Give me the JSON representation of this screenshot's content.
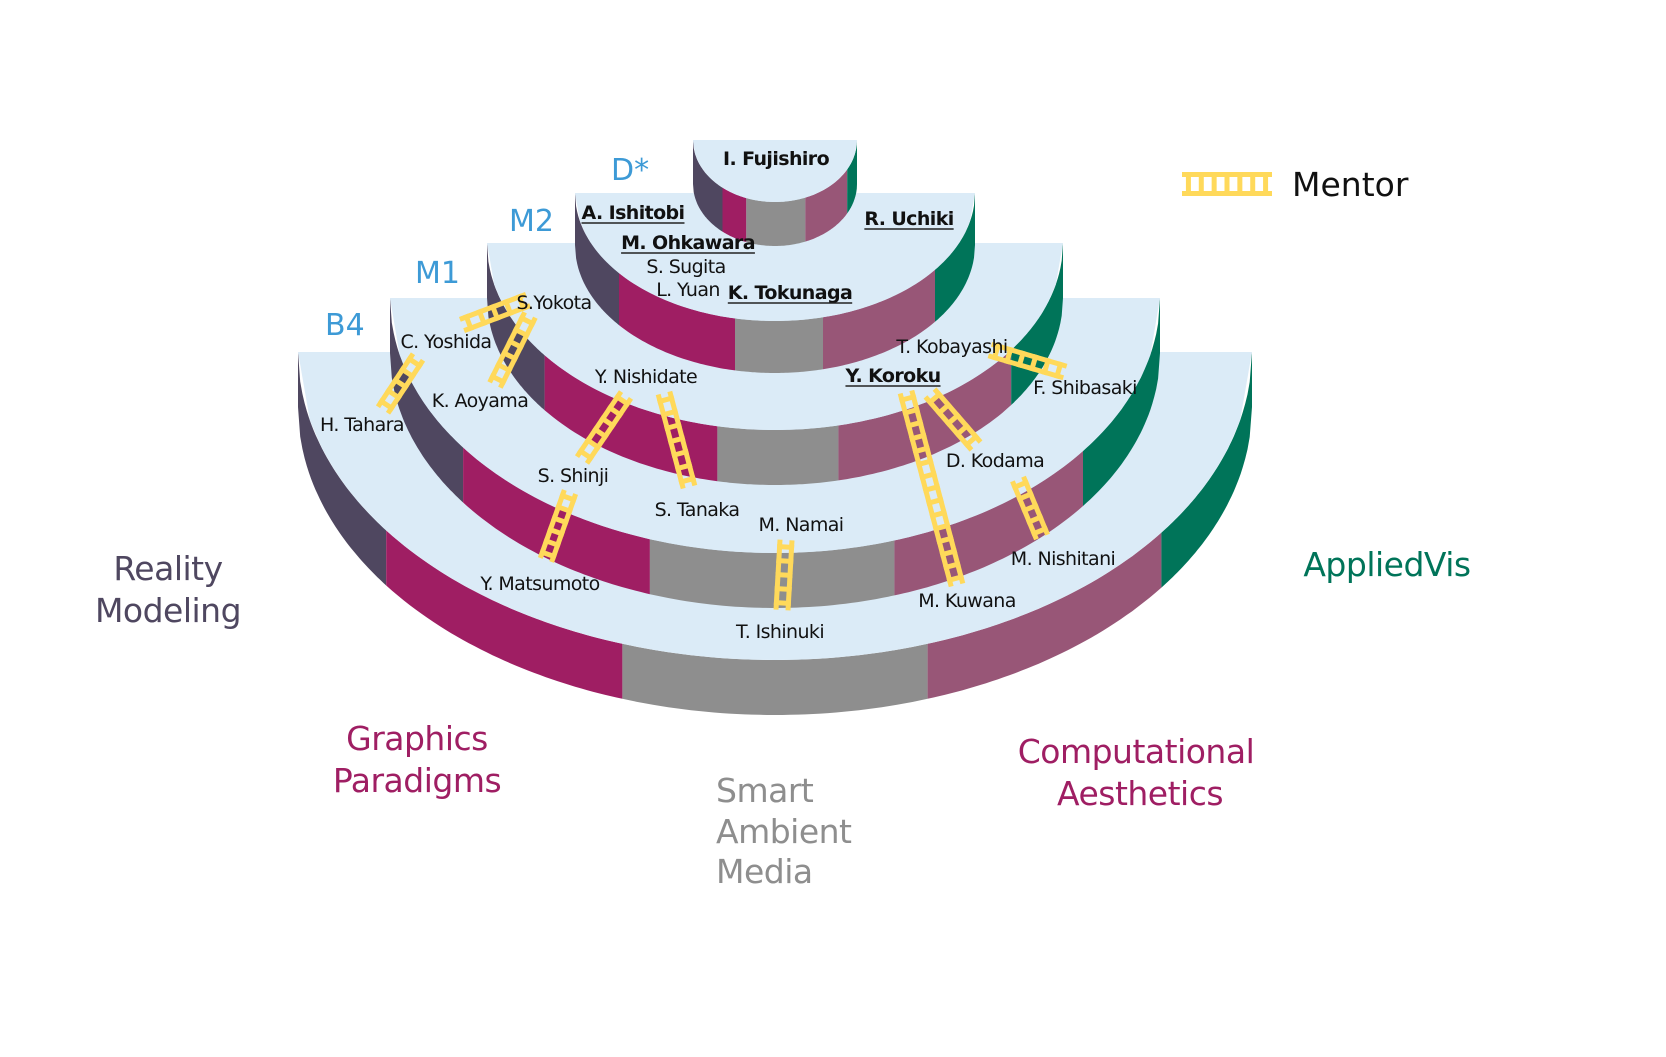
{
  "colors": {
    "cap": "#dbebf7",
    "tier_label": "#3d9ad6",
    "mentor": "#ffd95a",
    "text": "#111111",
    "groups": {
      "reality_modeling": "#4f4760",
      "graphics_paradigms": "#9f1e63",
      "smart_ambient_media": "#8e8e8e",
      "computational_aesthetics": "#985677",
      "appliedvis": "#007459"
    }
  },
  "legend": {
    "mentor_label": "Mentor",
    "mentor_icon": "ladder-icon"
  },
  "tiers": [
    {
      "id": "b4",
      "label": "B4"
    },
    {
      "id": "m1",
      "label": "M1"
    },
    {
      "id": "m2",
      "label": "M2"
    },
    {
      "id": "d",
      "label": "D*"
    },
    {
      "id": "prof",
      "label": ""
    }
  ],
  "groups": [
    {
      "id": "reality_modeling",
      "lines": [
        "Reality",
        "Modeling"
      ]
    },
    {
      "id": "graphics_paradigms",
      "lines": [
        "Graphics",
        "Paradigms"
      ]
    },
    {
      "id": "smart_ambient_media",
      "lines": [
        "Smart",
        "Ambient",
        "Media"
      ]
    },
    {
      "id": "computational_aesthetics",
      "lines": [
        "Computational",
        "Aesthetics"
      ]
    },
    {
      "id": "appliedvis",
      "lines": [
        "AppliedVis"
      ]
    }
  ],
  "people": [
    {
      "name": "I. Fujishiro",
      "tier": "prof",
      "bold": true,
      "underline": false
    },
    {
      "name": "A. Ishitobi",
      "tier": "d",
      "bold": true,
      "underline": true
    },
    {
      "name": "M. Ohkawara",
      "tier": "d",
      "bold": true,
      "underline": true
    },
    {
      "name": "S. Sugita",
      "tier": "d",
      "bold": false,
      "underline": false
    },
    {
      "name": "L. Yuan",
      "tier": "d",
      "bold": false,
      "underline": false
    },
    {
      "name": "K. Tokunaga",
      "tier": "d",
      "bold": true,
      "underline": true
    },
    {
      "name": "R. Uchiki",
      "tier": "d",
      "bold": true,
      "underline": true
    },
    {
      "name": "S.Yokota",
      "tier": "m2",
      "bold": false,
      "underline": false
    },
    {
      "name": "Y. Nishidate",
      "tier": "m2",
      "bold": false,
      "underline": false
    },
    {
      "name": "T. Kobayashi",
      "tier": "m2",
      "bold": false,
      "underline": false
    },
    {
      "name": "Y. Koroku",
      "tier": "m2",
      "bold": true,
      "underline": true
    },
    {
      "name": "C. Yoshida",
      "tier": "m1",
      "bold": false,
      "underline": false
    },
    {
      "name": "K. Aoyama",
      "tier": "m1",
      "bold": false,
      "underline": false
    },
    {
      "name": "S. Shinji",
      "tier": "m1",
      "bold": false,
      "underline": false
    },
    {
      "name": "S. Tanaka",
      "tier": "m1",
      "bold": false,
      "underline": false
    },
    {
      "name": "M. Namai",
      "tier": "m1",
      "bold": false,
      "underline": false
    },
    {
      "name": "D. Kodama",
      "tier": "m1",
      "bold": false,
      "underline": false
    },
    {
      "name": "F. Shibasaki",
      "tier": "m1",
      "bold": false,
      "underline": false
    },
    {
      "name": "H. Tahara",
      "tier": "b4",
      "bold": false,
      "underline": false
    },
    {
      "name": "Y. Matsumoto",
      "tier": "b4",
      "bold": false,
      "underline": false
    },
    {
      "name": "T. Ishinuki",
      "tier": "b4",
      "bold": false,
      "underline": false
    },
    {
      "name": "M. Kuwana",
      "tier": "b4",
      "bold": false,
      "underline": false
    },
    {
      "name": "M. Nishitani",
      "tier": "b4",
      "bold": false,
      "underline": false
    }
  ],
  "mentorships": [
    {
      "mentor": "S.Yokota",
      "mentee": "C. Yoshida"
    },
    {
      "mentor": "S.Yokota",
      "mentee": "K. Aoyama"
    },
    {
      "mentor": "C. Yoshida",
      "mentee": "H. Tahara"
    },
    {
      "mentor": "Y. Nishidate",
      "mentee": "S. Shinji"
    },
    {
      "mentor": "Y. Nishidate",
      "mentee": "S. Tanaka"
    },
    {
      "mentor": "S. Shinji",
      "mentee": "Y. Matsumoto"
    },
    {
      "mentor": "M. Namai",
      "mentee": "T. Ishinuki"
    },
    {
      "mentor": "Y. Koroku",
      "mentee": "M. Kuwana"
    },
    {
      "mentor": "Y. Koroku",
      "mentee": "D. Kodama"
    },
    {
      "mentor": "T. Kobayashi",
      "mentee": "F. Shibasaki"
    },
    {
      "mentor": "D. Kodama",
      "mentee": "M. Nishitani"
    }
  ]
}
